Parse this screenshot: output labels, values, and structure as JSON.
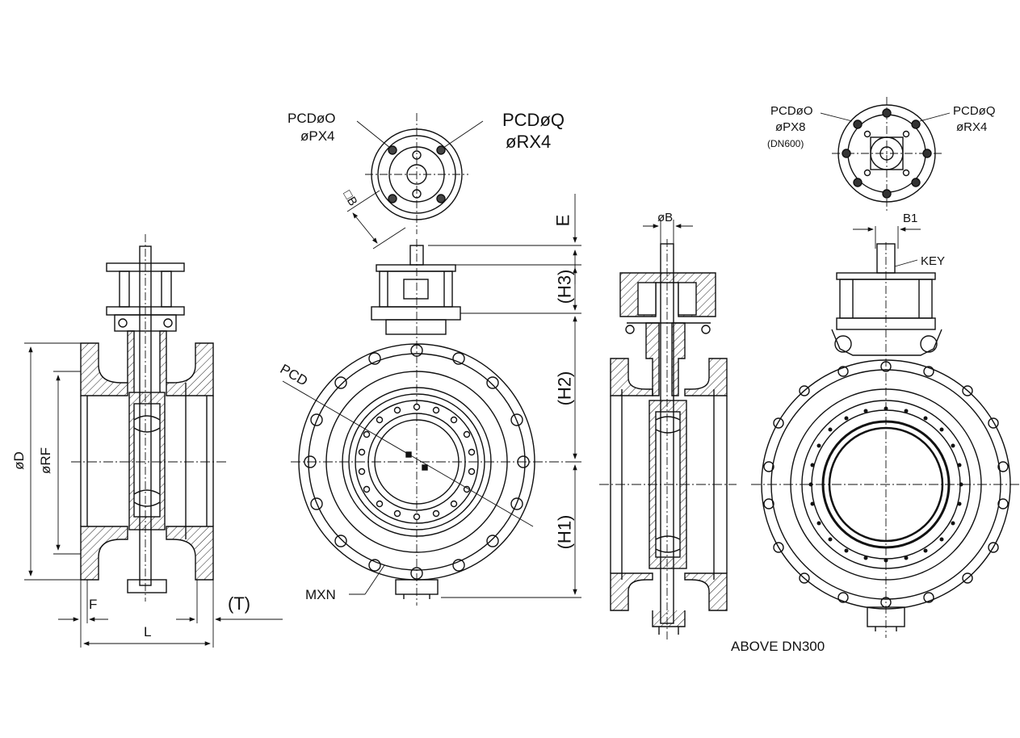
{
  "side_view": {
    "dim_d": "øD",
    "dim_rf": "øRF",
    "dim_f": "F",
    "dim_l": "L",
    "dim_t": "(T)"
  },
  "front_view": {
    "top_flange": {
      "pcd_o": "PCDøO",
      "px4": "øPX4",
      "pcd_q": "PCDøQ",
      "rx4": "øRX4",
      "square_b": "□B"
    },
    "pcd": "PCD",
    "mxn": "MXN",
    "dim_e": "E",
    "dim_h3": "(H3)",
    "dim_h2": "(H2)",
    "dim_h1": "(H1)"
  },
  "large_section": {
    "dim_b": "øB"
  },
  "large_front": {
    "top_flange": {
      "pcd_o": "PCDøO",
      "px8": "øPX8",
      "dn600": "(DN600)",
      "pcd_q": "PCDøQ",
      "rx4": "øRX4"
    },
    "dim_b1": "B1",
    "key": "KEY",
    "caption": "ABOVE DN300"
  }
}
